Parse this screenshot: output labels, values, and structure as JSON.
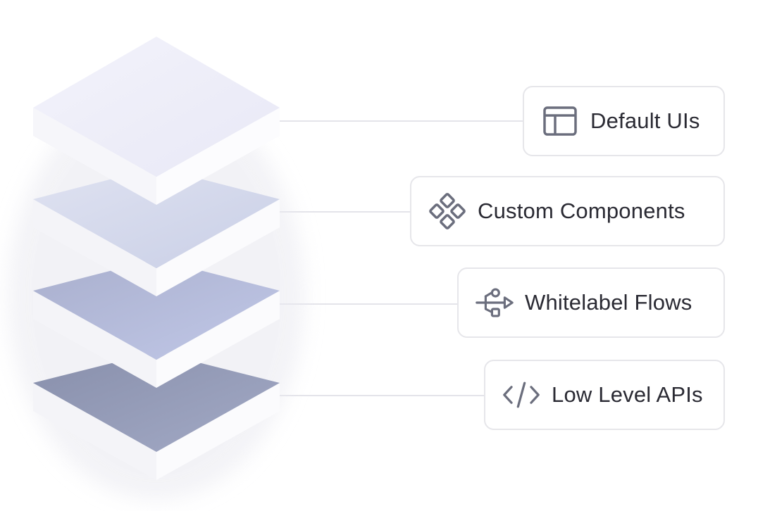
{
  "layers": [
    {
      "label": "Default UIs",
      "icon": "layout-panel-icon",
      "color": "#eeeef9"
    },
    {
      "label": "Custom Components",
      "icon": "component-diamonds-icon",
      "color": "#d3d8ec"
    },
    {
      "label": "Whitelabel Flows",
      "icon": "flow-connector-icon",
      "color": "#b0b8d9"
    },
    {
      "label": "Low Level APIs",
      "icon": "code-brackets-icon",
      "color": "#9aa1bd"
    }
  ],
  "colors": {
    "icon_stroke": "#6b6e7d",
    "connector": "#e4e4ea",
    "pill_border": "#e6e6ea",
    "text": "#2a2a33"
  }
}
